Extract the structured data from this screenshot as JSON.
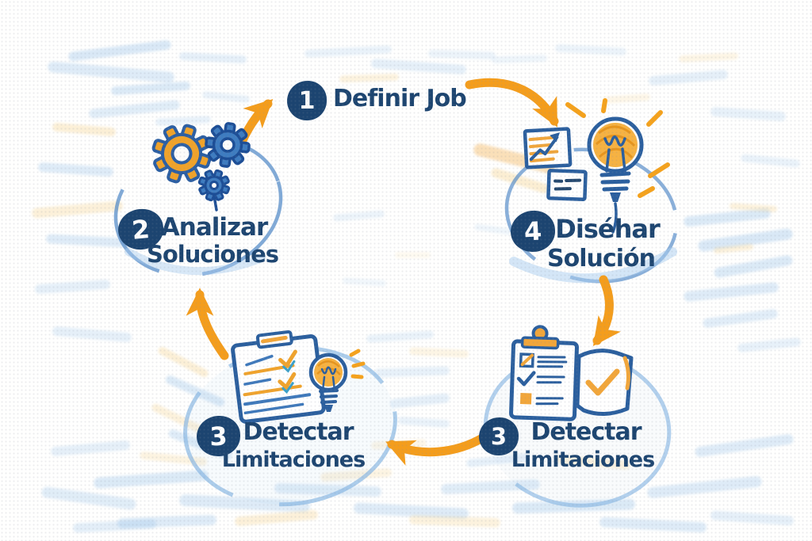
{
  "diagram": {
    "kind": "hand-drawn cycle diagram",
    "language": "es"
  },
  "colors": {
    "navy": "#1d4570",
    "arrow_orange": "#f49d1c",
    "gear_orange": "#f1a32a",
    "gear_blue": "#3e7cc0",
    "outline_blue": "#2b5f9e",
    "sketch_blue": "#8cbbe7",
    "sketch_yellow": "#f6d38e",
    "background": "#fffffe"
  },
  "steps": [
    {
      "id": "definir-job",
      "number": "1",
      "lines": [
        "Definir Job"
      ],
      "icon": null,
      "position": "top"
    },
    {
      "id": "analizar-soluciones",
      "number": "2",
      "lines": [
        "Analizar",
        "Soluciones"
      ],
      "icon": "gears-icon",
      "position": "left"
    },
    {
      "id": "disenar-solucion",
      "number": "4",
      "lines": [
        "Diséhar",
        "Solución"
      ],
      "icon": "lightbulb-chart-icon",
      "position": "right"
    },
    {
      "id": "detectar-limitaciones-izq",
      "number": "3",
      "lines": [
        "Detectar",
        "Limitaciones"
      ],
      "icon": "clipboard-bulb-icon",
      "position": "bottom-left"
    },
    {
      "id": "detectar-limitaciones-der",
      "number": "3",
      "lines": [
        "Detectar",
        "Limitaciones"
      ],
      "icon": "clipboard-check-icon",
      "position": "bottom-right"
    }
  ],
  "arrows": [
    {
      "from": "analizar-soluciones",
      "to": "definir-job"
    },
    {
      "from": "definir-job",
      "to": "disenar-solucion"
    },
    {
      "from": "disenar-solucion",
      "to": "detectar-limitaciones-der"
    },
    {
      "from": "detectar-limitaciones-der",
      "to": "detectar-limitaciones-izq"
    },
    {
      "from": "detectar-limitaciones-izq",
      "to": "analizar-soluciones"
    }
  ]
}
